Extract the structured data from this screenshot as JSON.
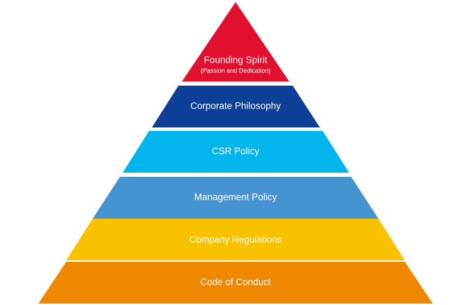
{
  "pyramid": {
    "tiers": [
      {
        "label": "Founding Spirit",
        "sublabel": "(Passion and Dedication)",
        "color": "#e0102e"
      },
      {
        "label": "Corporate Philosophy",
        "color": "#0e3f96"
      },
      {
        "label": "CSR Policy",
        "color": "#00b6ec"
      },
      {
        "label": "Management Policy",
        "color": "#4593d1"
      },
      {
        "label": "Company Regulations",
        "color": "#f8c200"
      },
      {
        "label": "Code of Conduct",
        "color": "#f08700"
      }
    ]
  }
}
